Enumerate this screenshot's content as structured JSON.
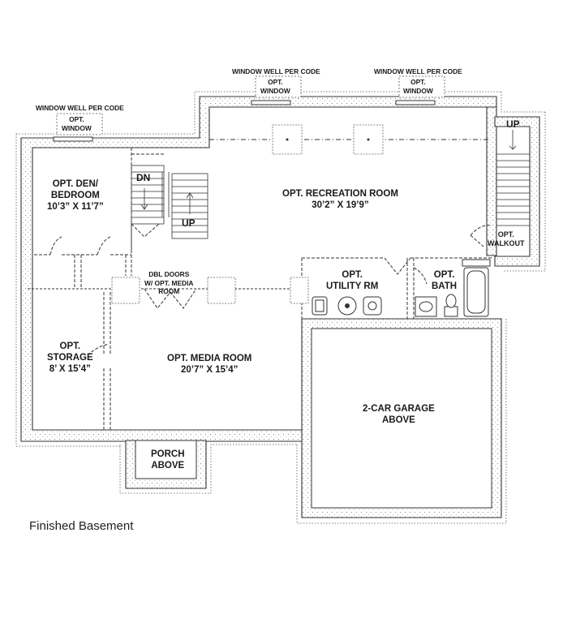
{
  "plan_title": "Finished Basement",
  "rooms": {
    "den": {
      "name_line1": "OPT. DEN/",
      "name_line2": "BEDROOM",
      "size": "10’3” X 11’7”"
    },
    "recreation": {
      "name": "OPT. RECREATION ROOM",
      "size": "30’2” X 19’9”"
    },
    "media": {
      "name": "OPT. MEDIA ROOM",
      "size": "20’7” X 15’4”"
    },
    "storage": {
      "name": "OPT.",
      "name_line2": "STORAGE",
      "size": "8’ X 15’4”"
    },
    "utility": {
      "name_line1": "OPT.",
      "name_line2": "UTILITY RM"
    },
    "bath": {
      "name_line1": "OPT.",
      "name_line2": "BATH"
    },
    "garage": {
      "name_line1": "2-CAR GARAGE",
      "name_line2": "ABOVE"
    },
    "porch": {
      "name_line1": "PORCH",
      "name_line2": "ABOVE"
    }
  },
  "annotations": {
    "window_well_left": "WINDOW WELL PER CODE",
    "window_well_mid": "WINDOW WELL PER CODE",
    "window_well_right": "WINDOW WELL PER CODE",
    "opt_window_line1": "OPT.",
    "opt_window_line2": "WINDOW",
    "dbl_doors_line1": "DBL DOORS",
    "dbl_doors_line2": "W/ OPT. MEDIA",
    "dbl_doors_line3": "ROOM",
    "walkout_line1": "OPT.",
    "walkout_line2": "WALKOUT",
    "stair_dn": "DN",
    "stair_up": "UP",
    "stair_up_right": "UP"
  },
  "colors": {
    "line": "#333333",
    "wall_fill": "#ffffff"
  }
}
